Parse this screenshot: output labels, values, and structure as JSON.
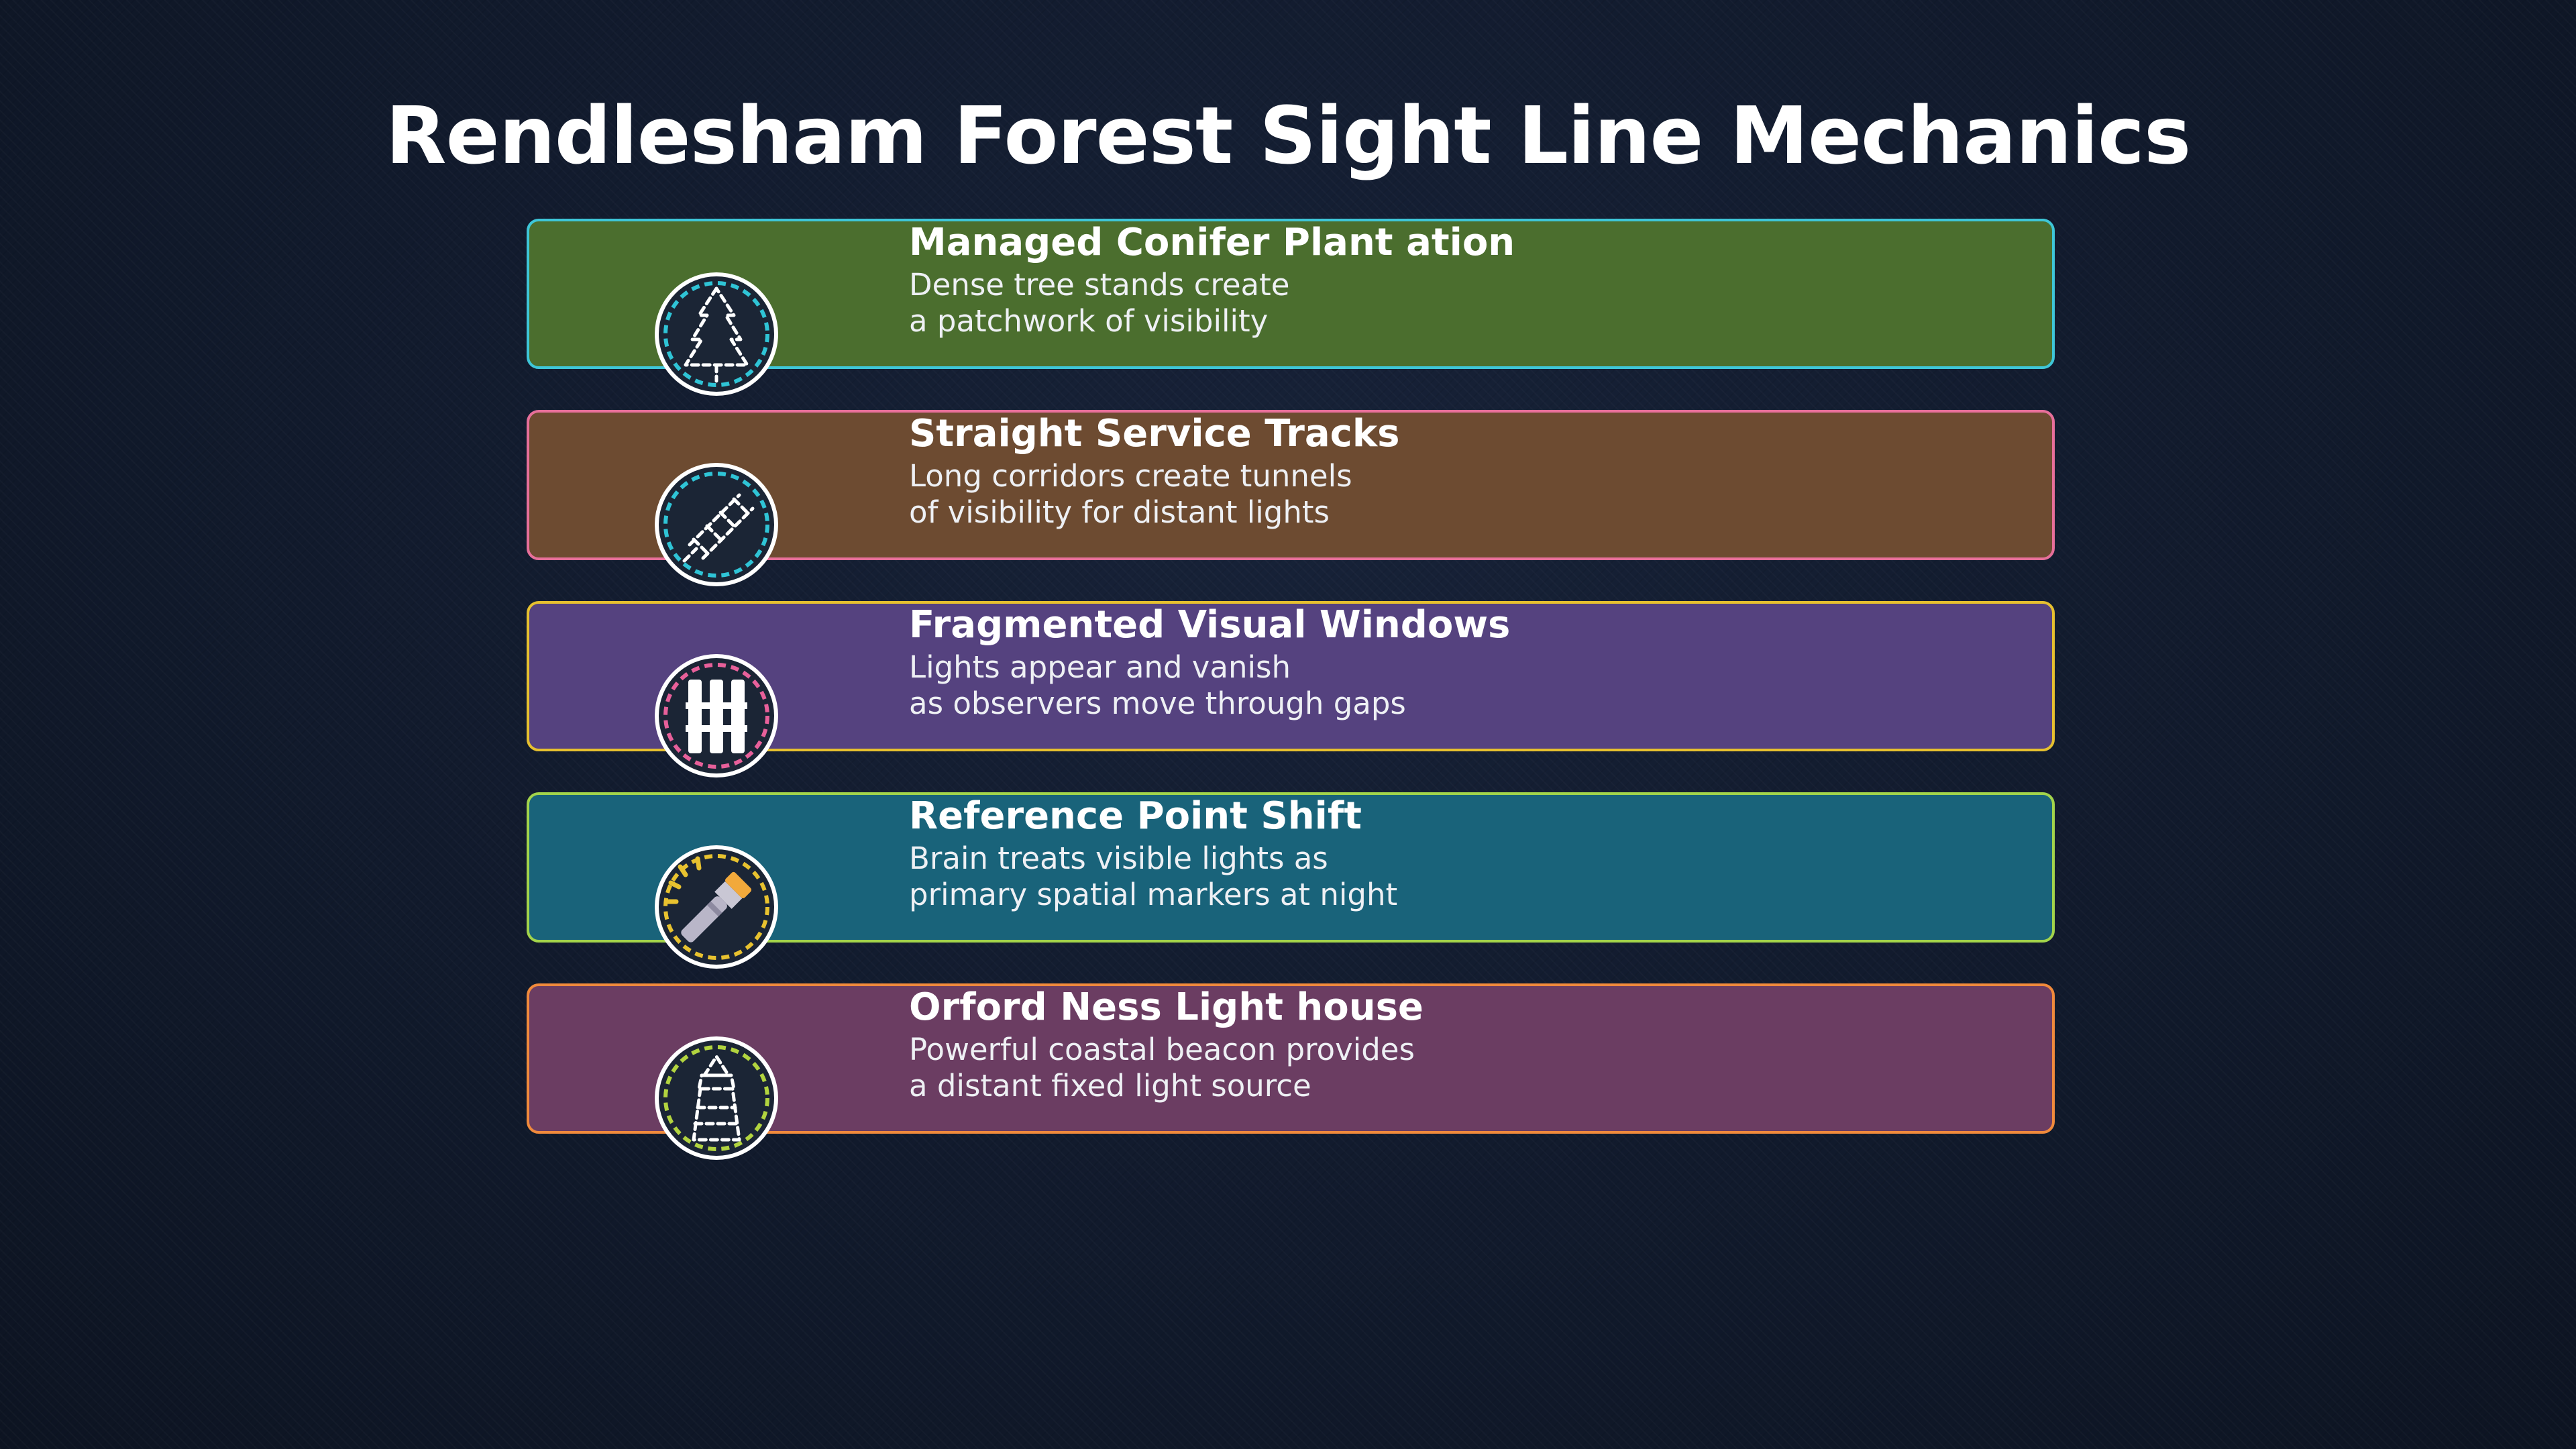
{
  "title": "Rendlesham Forest Sight Line Mechanics",
  "items": [
    {
      "title": "Managed Conifer Plant ation",
      "desc_line1": "Dense tree stands create",
      "desc_line2": "a patchwork of visibility",
      "icon": "conifer-tree-icon",
      "card_color": "#4b6e2e",
      "border_color": "#3ec6d8",
      "ring_color": "#2fc4d6"
    },
    {
      "title": "Straight Service Tracks",
      "desc_line1": "Long corridors create tunnels",
      "desc_line2": "of visibility for distant lights",
      "icon": "forest-track-icon",
      "card_color": "#6d4b31",
      "border_color": "#e76f9a",
      "ring_color": "#2fc4d6"
    },
    {
      "title": "Fragmented Visual Windows",
      "desc_line1": "Lights appear and vanish",
      "desc_line2": "as observers move through gaps",
      "icon": "fence-gaps-icon",
      "card_color": "#55427f",
      "border_color": "#e6c02f",
      "ring_color": "#e8609a"
    },
    {
      "title": "Reference Point Shift",
      "desc_line1": "Brain treats visible lights as",
      "desc_line2": "primary spatial markers at night",
      "icon": "flashlight-icon",
      "card_color": "#19637a",
      "border_color": "#a2d44b",
      "ring_color": "#e8c22f"
    },
    {
      "title": "Orford Ness Light house",
      "desc_line1": "Powerful coastal beacon provides",
      "desc_line2": "a distant fixed light source",
      "icon": "lighthouse-icon",
      "card_color": "#6b3d62",
      "border_color": "#f08a3c",
      "ring_color": "#b2d43f"
    }
  ]
}
